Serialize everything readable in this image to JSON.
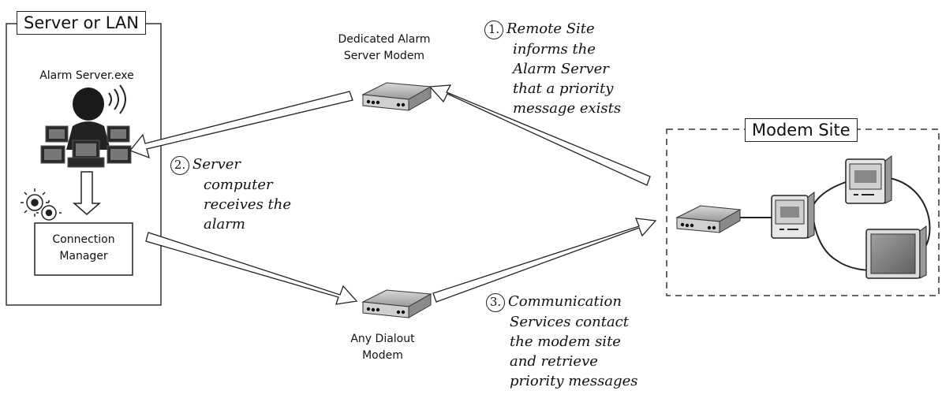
{
  "server_panel": {
    "title": "Server or LAN"
  },
  "alarm_server": {
    "label": "Alarm Server.exe"
  },
  "connection_manager": {
    "line1": "Connection",
    "line2": "Manager"
  },
  "dedicated_modem": {
    "line1": "Dedicated Alarm",
    "line2": "Server Modem"
  },
  "dialout_modem": {
    "line1": "Any Dialout",
    "line2": "Modem"
  },
  "modem_site": {
    "title": "Modem Site"
  },
  "steps": [
    {
      "number": "1.",
      "lines": [
        "Remote Site",
        "informs the",
        "Alarm Server",
        "that a priority",
        "message exists"
      ]
    },
    {
      "number": "2.",
      "lines": [
        "Server",
        "computer",
        "receives the",
        "alarm"
      ]
    },
    {
      "number": "3.",
      "lines": [
        "Communication",
        "Services contact",
        "the modem site",
        "and retrieve",
        "priority messages"
      ]
    }
  ]
}
